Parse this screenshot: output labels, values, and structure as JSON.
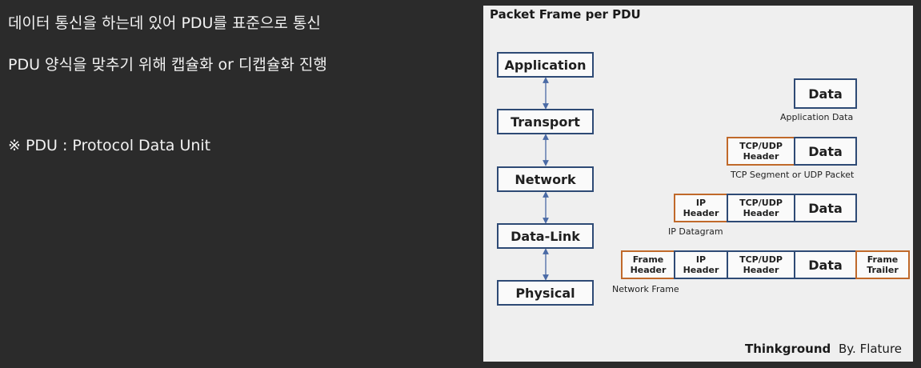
{
  "slide": {
    "line1": "데이터 통신을 하는데 있어 PDU를 표준으로 통신",
    "line2": "PDU 양식을 맞추기 위해 캡슐화 or 디캡슐화 진행",
    "line3": "※ PDU : Protocol Data Unit"
  },
  "diagram": {
    "title": "Packet Frame per PDU",
    "layers": [
      "Application",
      "Transport",
      "Network",
      "Data-Link",
      "Physical"
    ],
    "labels": {
      "data": "Data",
      "tcp_udp_header": "TCP/UDP\nHeader",
      "ip_header": "IP\nHeader",
      "frame_header": "Frame\nHeader",
      "frame_trailer": "Frame\nTrailer"
    },
    "captions": {
      "application": "Application Data",
      "transport": "TCP Segment or UDP Packet",
      "network": "IP Datagram",
      "datalink": "Network Frame"
    },
    "brand": "Thinkground",
    "author": "By. Flature"
  }
}
